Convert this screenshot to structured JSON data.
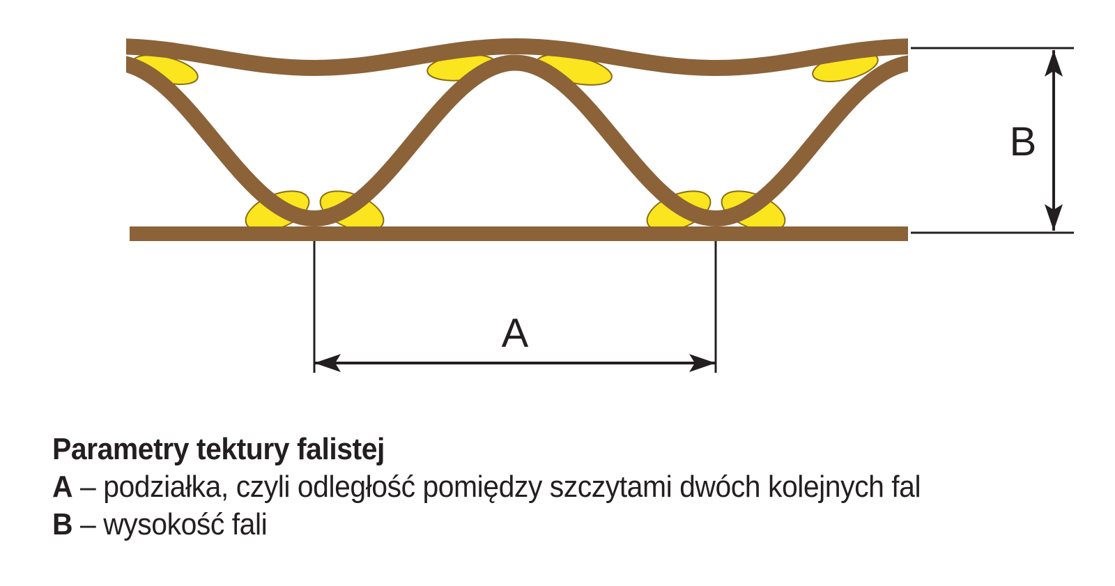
{
  "diagram": {
    "dimension_a_label": "A",
    "dimension_b_label": "B",
    "colors": {
      "cardboard_brown": "#8C6239",
      "glue_yellow": "#FBE51E",
      "glue_outline": "#8A6C14",
      "dimension_black": "#231F20",
      "background_white": "#FFFFFF"
    }
  },
  "caption": {
    "title": "Parametry tektury falistej",
    "items": [
      {
        "term": "A",
        "definition": "– podziałka, czyli odległość pomiędzy szczytami dwóch kolejnych fal"
      },
      {
        "term": "B",
        "definition": "– wysokość fali"
      }
    ]
  }
}
